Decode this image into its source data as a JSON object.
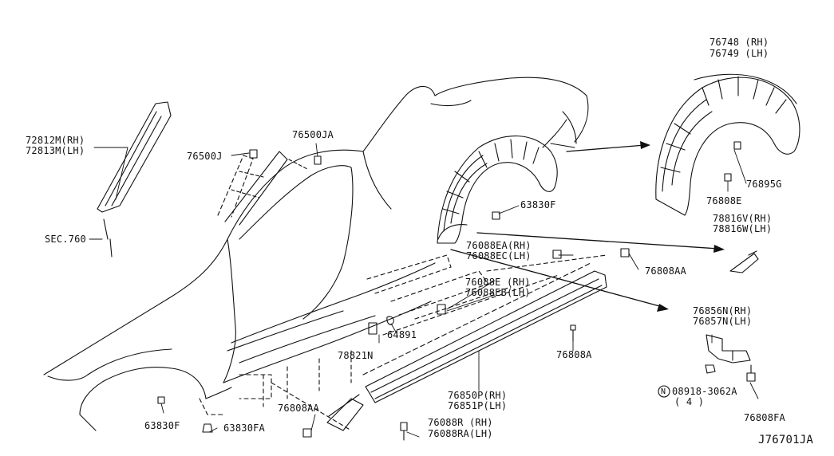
{
  "diagram": {
    "code": "J76701JA",
    "labels": {
      "p72812": "72812M(RH)",
      "p72813": "72813M(LH)",
      "sec760": "SEC.760",
      "p76500j": "76500J",
      "p76500ja": "76500JA",
      "p76748": "76748 (RH)",
      "p76749": "76749 (LH)",
      "p76895g": "76895G",
      "p76808e": "76808E",
      "p63830f_top": "63830F",
      "p78816v": "78816V(RH)",
      "p78816w": "78816W(LH)",
      "p76088ea": "76088EA(RH)",
      "p76088ec": "76088EC(LH)",
      "p76808aa_r": "76808AA",
      "p76088e": "76088E (RH)",
      "p76088eb": "76088EB(LH)",
      "p76856n": "76856N(RH)",
      "p76857n": "76857N(LH)",
      "p64891": "64891",
      "p78821n": "78821N",
      "p76808a": "76808A",
      "p76850p": "76850P(RH)",
      "p76851p": "76851P(LH)",
      "p08918": "08918-3062A",
      "p08918_qty": "( 4 )",
      "p08918_prefix": "N",
      "p76808fa": "76808FA",
      "p76808aa_b": "76808AA",
      "p76088r": "76088R (RH)",
      "p76088ra": "76088RA(LH)",
      "p63830f_bot": "63830F",
      "p63830fa": "63830FA"
    }
  }
}
